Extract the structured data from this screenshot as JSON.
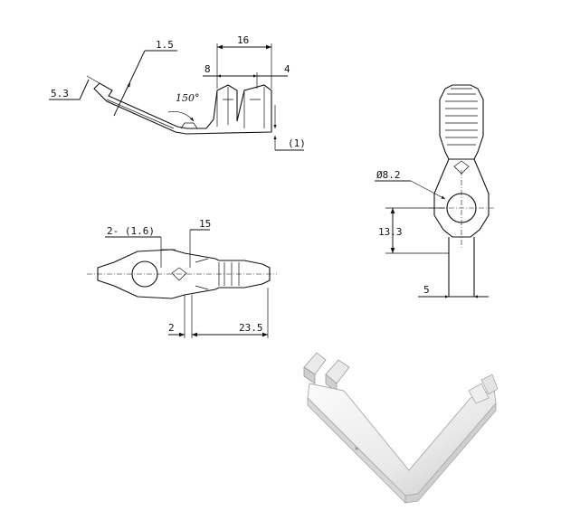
{
  "side_view": {
    "dims": {
      "thickness": "1.5",
      "lip": "5.3",
      "overall": "16",
      "barrel_a": "8",
      "barrel_b": "4",
      "angle": "150°",
      "offset": "(1)"
    }
  },
  "top_view": {
    "dims": {
      "slot": "2- (1.6)",
      "tab": "15",
      "neck": "2",
      "length": "23.5"
    }
  },
  "front_view": {
    "dims": {
      "hole": "Ø8.2",
      "ring_height": "13.3",
      "wire": "5"
    }
  },
  "colors": {
    "line": "#111111",
    "render_light": "#f4f4f4",
    "render_shade": "#c9c9c9"
  }
}
